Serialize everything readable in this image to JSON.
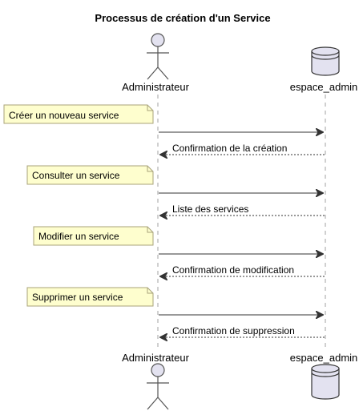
{
  "diagram": {
    "title": "Processus de création d'un Service",
    "participants": {
      "actor": "Administrateur",
      "database": "espace_admin"
    },
    "steps": [
      {
        "note": "Créer un nouveau service",
        "request": "",
        "response": "Confirmation de la création"
      },
      {
        "note": "Consulter un service",
        "request": "",
        "response": "Liste des services"
      },
      {
        "note": "Modifier un service",
        "request": "",
        "response": "Confirmation de modification"
      },
      {
        "note": "Supprimer un service",
        "request": "",
        "response": "Confirmation de suppression"
      }
    ],
    "colors": {
      "note_fill": "#fefece",
      "participant_fill": "#e3e2f0"
    }
  }
}
